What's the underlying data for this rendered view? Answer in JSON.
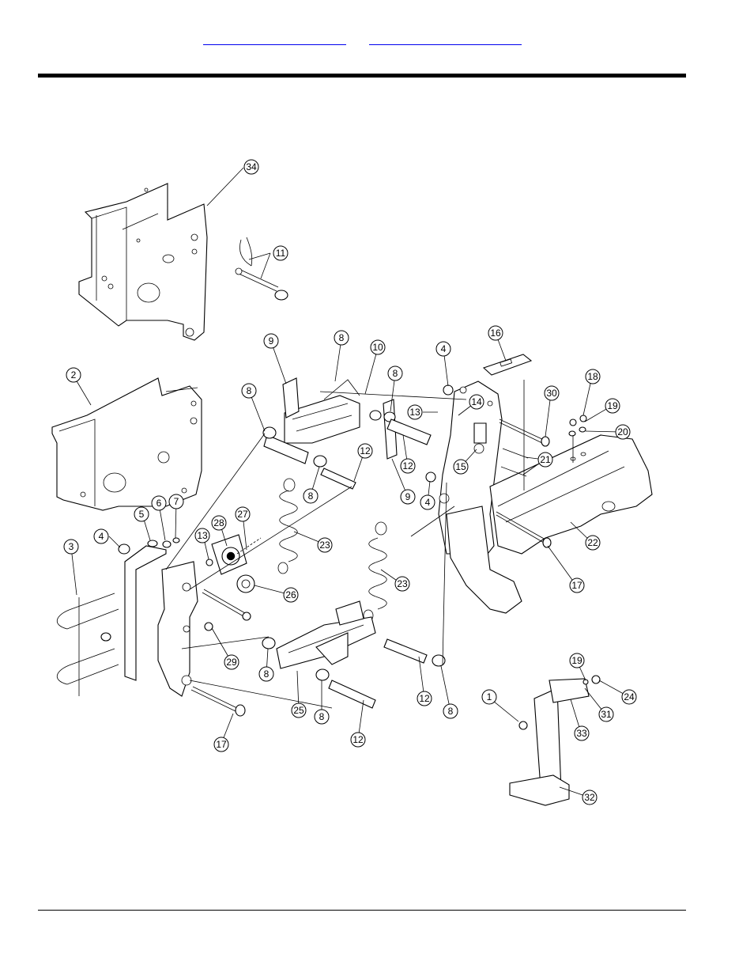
{
  "header": {
    "links": [
      "",
      ""
    ]
  },
  "diagram": {
    "callouts": [
      {
        "id": "34",
        "label": "34"
      },
      {
        "id": "11",
        "label": "11"
      },
      {
        "id": "2",
        "label": "2"
      },
      {
        "id": "9a",
        "label": "9"
      },
      {
        "id": "8a",
        "label": "8"
      },
      {
        "id": "10",
        "label": "10"
      },
      {
        "id": "8b",
        "label": "8"
      },
      {
        "id": "4a",
        "label": "4"
      },
      {
        "id": "16",
        "label": "16"
      },
      {
        "id": "18",
        "label": "18"
      },
      {
        "id": "19a",
        "label": "19"
      },
      {
        "id": "20",
        "label": "20"
      },
      {
        "id": "30",
        "label": "30"
      },
      {
        "id": "13a",
        "label": "13"
      },
      {
        "id": "14",
        "label": "14"
      },
      {
        "id": "8c",
        "label": "8"
      },
      {
        "id": "12a",
        "label": "12"
      },
      {
        "id": "8d",
        "label": "8"
      },
      {
        "id": "12b",
        "label": "12"
      },
      {
        "id": "9b",
        "label": "9"
      },
      {
        "id": "4b",
        "label": "4"
      },
      {
        "id": "15",
        "label": "15"
      },
      {
        "id": "21",
        "label": "21"
      },
      {
        "id": "22",
        "label": "22"
      },
      {
        "id": "17a",
        "label": "17"
      },
      {
        "id": "5",
        "label": "5"
      },
      {
        "id": "6",
        "label": "6"
      },
      {
        "id": "7",
        "label": "7"
      },
      {
        "id": "4c",
        "label": "4"
      },
      {
        "id": "3",
        "label": "3"
      },
      {
        "id": "13b",
        "label": "13"
      },
      {
        "id": "28",
        "label": "28"
      },
      {
        "id": "27",
        "label": "27"
      },
      {
        "id": "23a",
        "label": "23"
      },
      {
        "id": "23b",
        "label": "23"
      },
      {
        "id": "26",
        "label": "26"
      },
      {
        "id": "29",
        "label": "29"
      },
      {
        "id": "8e",
        "label": "8"
      },
      {
        "id": "25",
        "label": "25"
      },
      {
        "id": "8f",
        "label": "8"
      },
      {
        "id": "12c",
        "label": "12"
      },
      {
        "id": "8g",
        "label": "8"
      },
      {
        "id": "12d",
        "label": "12"
      },
      {
        "id": "17b",
        "label": "17"
      },
      {
        "id": "1",
        "label": "1"
      },
      {
        "id": "19b",
        "label": "19"
      },
      {
        "id": "24",
        "label": "24"
      },
      {
        "id": "31",
        "label": "31"
      },
      {
        "id": "33",
        "label": "33"
      },
      {
        "id": "32",
        "label": "32"
      }
    ]
  }
}
